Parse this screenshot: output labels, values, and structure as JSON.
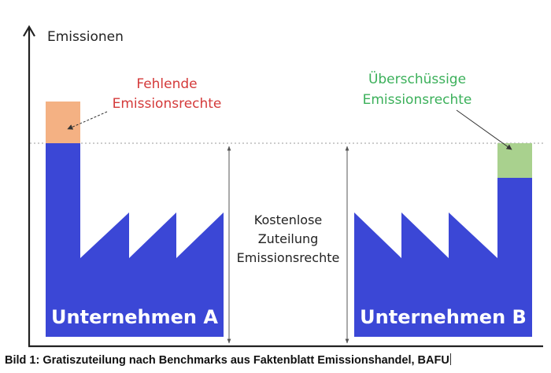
{
  "axis": {
    "y_label": "Emissionen"
  },
  "annotations": {
    "missing_line1": "Fehlende",
    "missing_line2": "Emissionsrechte",
    "surplus_line1": "Überschüssige",
    "surplus_line2": "Emissionsrechte",
    "free_line1": "Kostenlose",
    "free_line2": "Zuteilung",
    "free_line3": "Emissionsrechte"
  },
  "factories": {
    "a_label": "Unternehmen A",
    "b_label": "Unternehmen B"
  },
  "caption": "Bild 1: Gratiszuteilung nach Benchmarks aus Faktenblatt Emissionshandel, BAFU",
  "colors": {
    "factory": "#3b47d6",
    "missing": "#f4b183",
    "surplus": "#a9d18e",
    "missing_text": "#d43a3a",
    "surplus_text": "#3bb05a",
    "axis": "#222222"
  }
}
